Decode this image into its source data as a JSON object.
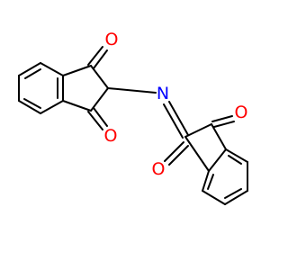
{
  "molecule": {
    "atoms": {
      "O1": {
        "symbol": "O",
        "color": "#ff0000"
      },
      "O2": {
        "symbol": "O",
        "color": "#ff0000"
      },
      "N1": {
        "symbol": "N",
        "color": "#0000ff"
      },
      "O3": {
        "symbol": "O",
        "color": "#ff0000"
      },
      "O4": {
        "symbol": "O",
        "color": "#ff0000"
      }
    },
    "colors": {
      "bond": "#000000",
      "oxygen": "#ff0000",
      "nitrogen": "#0000ff"
    }
  }
}
